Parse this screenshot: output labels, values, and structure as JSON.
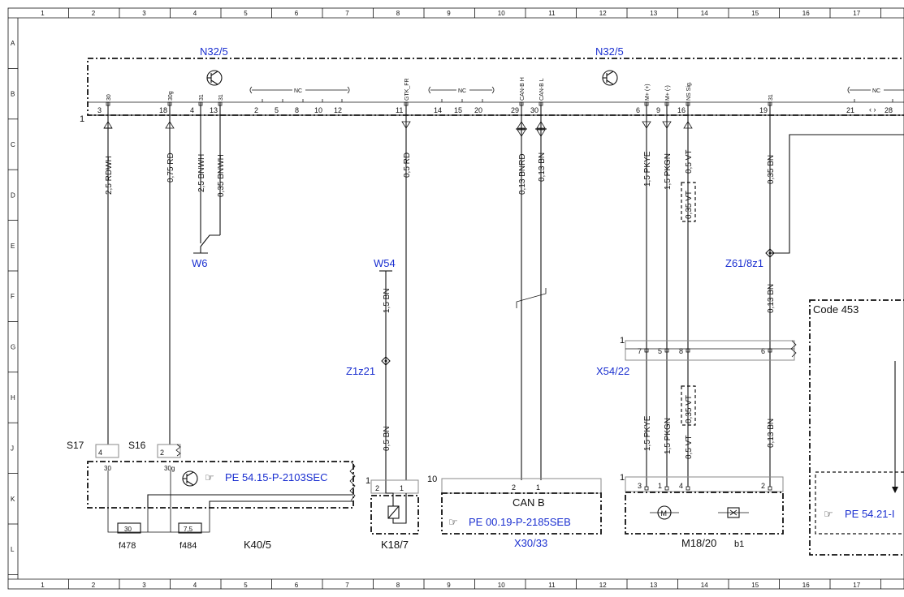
{
  "grid": {
    "cols": [
      "1",
      "2",
      "3",
      "4",
      "5",
      "6",
      "7",
      "8",
      "9",
      "10",
      "11",
      "12",
      "13",
      "14",
      "15",
      "16",
      "17"
    ],
    "rows": [
      "A",
      "B",
      "C",
      "D",
      "E",
      "F",
      "G",
      "H",
      "J",
      "K",
      "L"
    ]
  },
  "components": {
    "n32_5_left": "N32/5",
    "n32_5_right": "N32/5",
    "w6": "W6",
    "w54": "W54",
    "z1z21": "Z1z21",
    "z61_8z1": "Z61/8z1",
    "x54_22": "X54/22",
    "s17": "S17",
    "s16": "S16",
    "k40_5": "K40/5",
    "k18_7": "K18/7",
    "x30_33": "X30/33",
    "m18_20": "M18/20",
    "b1": "b1",
    "f478": "f478",
    "f484": "f484",
    "code453": "Code 453",
    "can_b": "CAN B"
  },
  "references": {
    "k40": "PE 54.15-P-2103SEC",
    "x30": "PE 00.19-P-2185SEB",
    "code453": "PE 54.21-I"
  },
  "n32_pins": [
    {
      "num": "3",
      "name": "30"
    },
    {
      "num": "18",
      "name": "30g"
    },
    {
      "num": "4",
      "name": "31"
    },
    {
      "num": "13",
      "name": "31"
    },
    {
      "num": "11",
      "name": "GTK_FR"
    },
    {
      "num": "29",
      "name": "CAN-B H"
    },
    {
      "num": "30",
      "name": "CAN-B L"
    },
    {
      "num": "6",
      "name": "M+ (+)"
    },
    {
      "num": "9",
      "name": "M+ (-)"
    },
    {
      "num": "16",
      "name": "NS Sig."
    },
    {
      "num": "19",
      "name": "31"
    }
  ],
  "nc_pins": [
    "2",
    "5",
    "8",
    "10",
    "12",
    "14",
    "15",
    "20",
    "21",
    "28"
  ],
  "nc_label": "NC",
  "wires": {
    "w1": "2,5 RDWH",
    "w2": "0,75 RD",
    "w3": "2,5 BNWH",
    "w4": "0,35 BNWH",
    "w5": "0,5 RD",
    "w6": "0,13 BNRD",
    "w7": "0,13 BN",
    "w8": "1,5 PKYE",
    "w9": "1,5 PKGN",
    "w10": "0,5 VT",
    "w10b": "0,35 VT",
    "w11": "0,35 BN",
    "w54a": "1,5 BN",
    "w54b": "0,5 BN",
    "z61b": "0,13 BN",
    "z61c": "0,13 BN",
    "lower8": "1,5 PKYE",
    "lower9": "1,5 PKGN",
    "lower10": "0,5 VT",
    "lower10b": "0,35 VT"
  },
  "x54_pins": [
    "7",
    "5",
    "8",
    "6"
  ],
  "m18_pins": [
    "3",
    "1",
    "4",
    "2"
  ],
  "k40_pins": {
    "s17_pin": "4",
    "s17_term": "30",
    "s16_pin": "2",
    "s16_term": "30g"
  },
  "fuses": {
    "f478": "30",
    "f484": "7,5"
  },
  "k18_pins": [
    "2",
    "1"
  ],
  "x30_pins": [
    "2",
    "1"
  ],
  "connector_numbers": {
    "n32": "1",
    "x54": "1",
    "k18": "1",
    "x30": "10",
    "m18": "1"
  }
}
